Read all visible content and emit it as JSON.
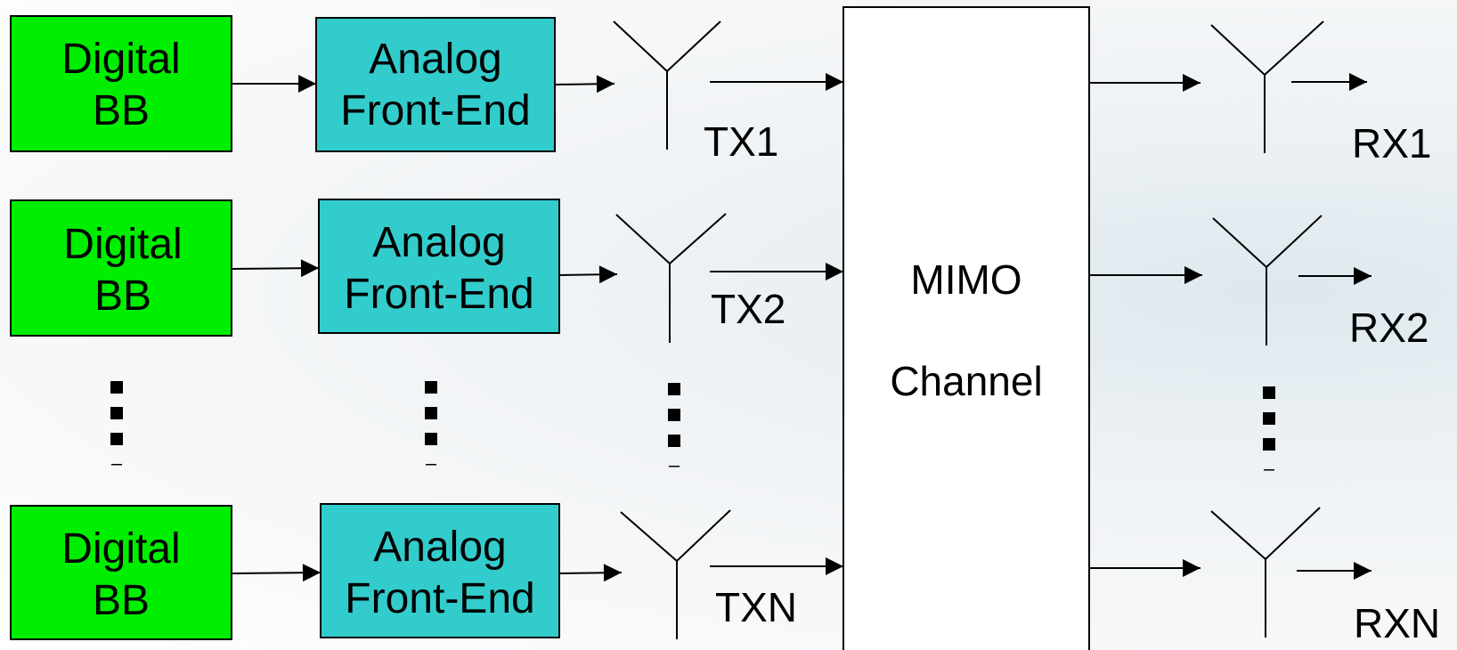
{
  "colors": {
    "digital_bb": "#00ee00",
    "analog_fe": "#33cccc",
    "stroke": "#000000",
    "channel_fill": "#ffffff"
  },
  "tx_chains": [
    {
      "bb_line1": "Digital",
      "bb_line2": "BB",
      "afe_line1": "Analog",
      "afe_line2": "Front-End",
      "antenna_label": "TX1"
    },
    {
      "bb_line1": "Digital",
      "bb_line2": "BB",
      "afe_line1": "Analog",
      "afe_line2": "Front-End",
      "antenna_label": "TX2"
    },
    {
      "bb_line1": "Digital",
      "bb_line2": "BB",
      "afe_line1": "Analog",
      "afe_line2": "Front-End",
      "antenna_label": "TXN"
    }
  ],
  "channel": {
    "line1": "MIMO",
    "line2": "Channel"
  },
  "rx_chains": [
    {
      "antenna_label": "RX1"
    },
    {
      "antenna_label": "RX2"
    },
    {
      "antenna_label": "RXN"
    }
  ],
  "icons": {
    "antenna": "antenna-icon",
    "ellipsis": "vertical-ellipsis-icon"
  }
}
